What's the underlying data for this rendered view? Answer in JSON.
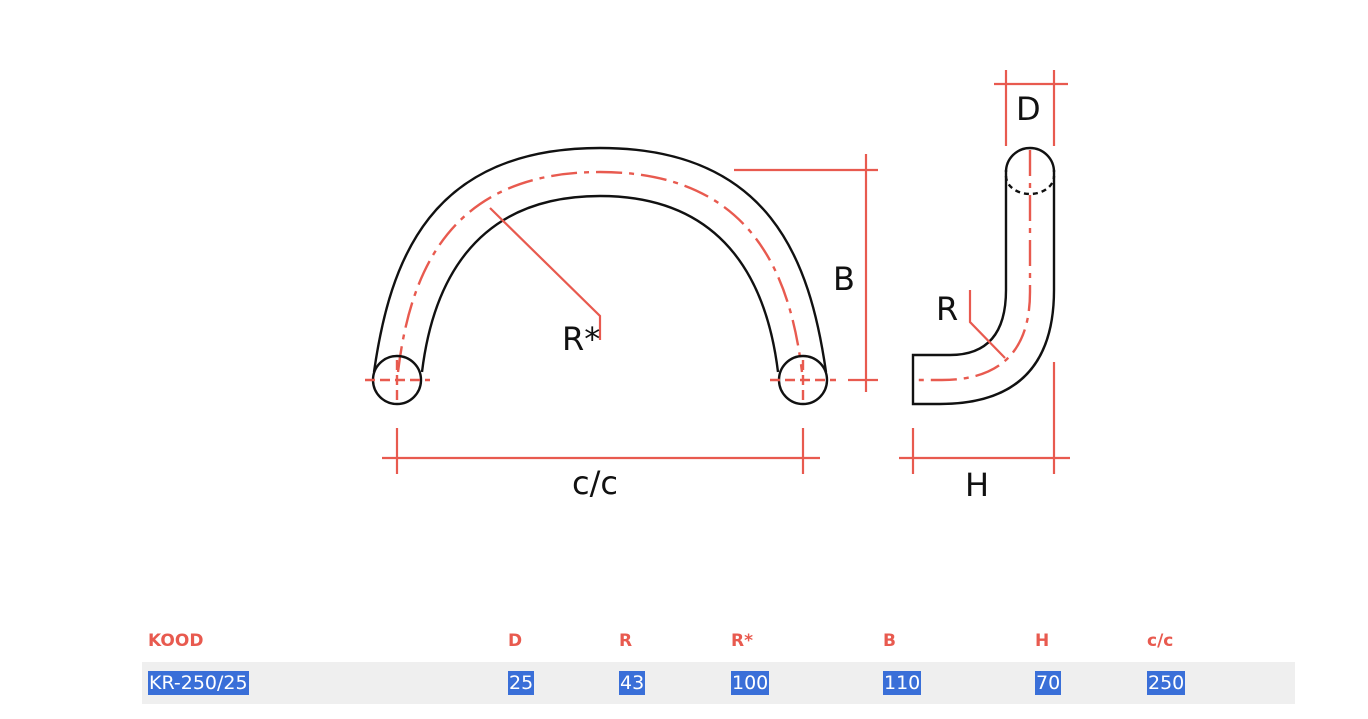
{
  "diagram": {
    "labels": {
      "cc": "c/c",
      "b": "B",
      "r_star": "R*",
      "d": "D",
      "r": "R",
      "h": "H"
    },
    "colors": {
      "outline": "#111111",
      "dimension": "#e85a4f"
    }
  },
  "table": {
    "headers": [
      "KOOD",
      "D",
      "R",
      "R*",
      "B",
      "H",
      "c/c"
    ],
    "rows": [
      [
        "KR-250/25",
        "25",
        "43",
        "100",
        "110",
        "70",
        "250"
      ]
    ],
    "selection_color": "#3a6fd8",
    "header_color": "#e85a4f"
  }
}
